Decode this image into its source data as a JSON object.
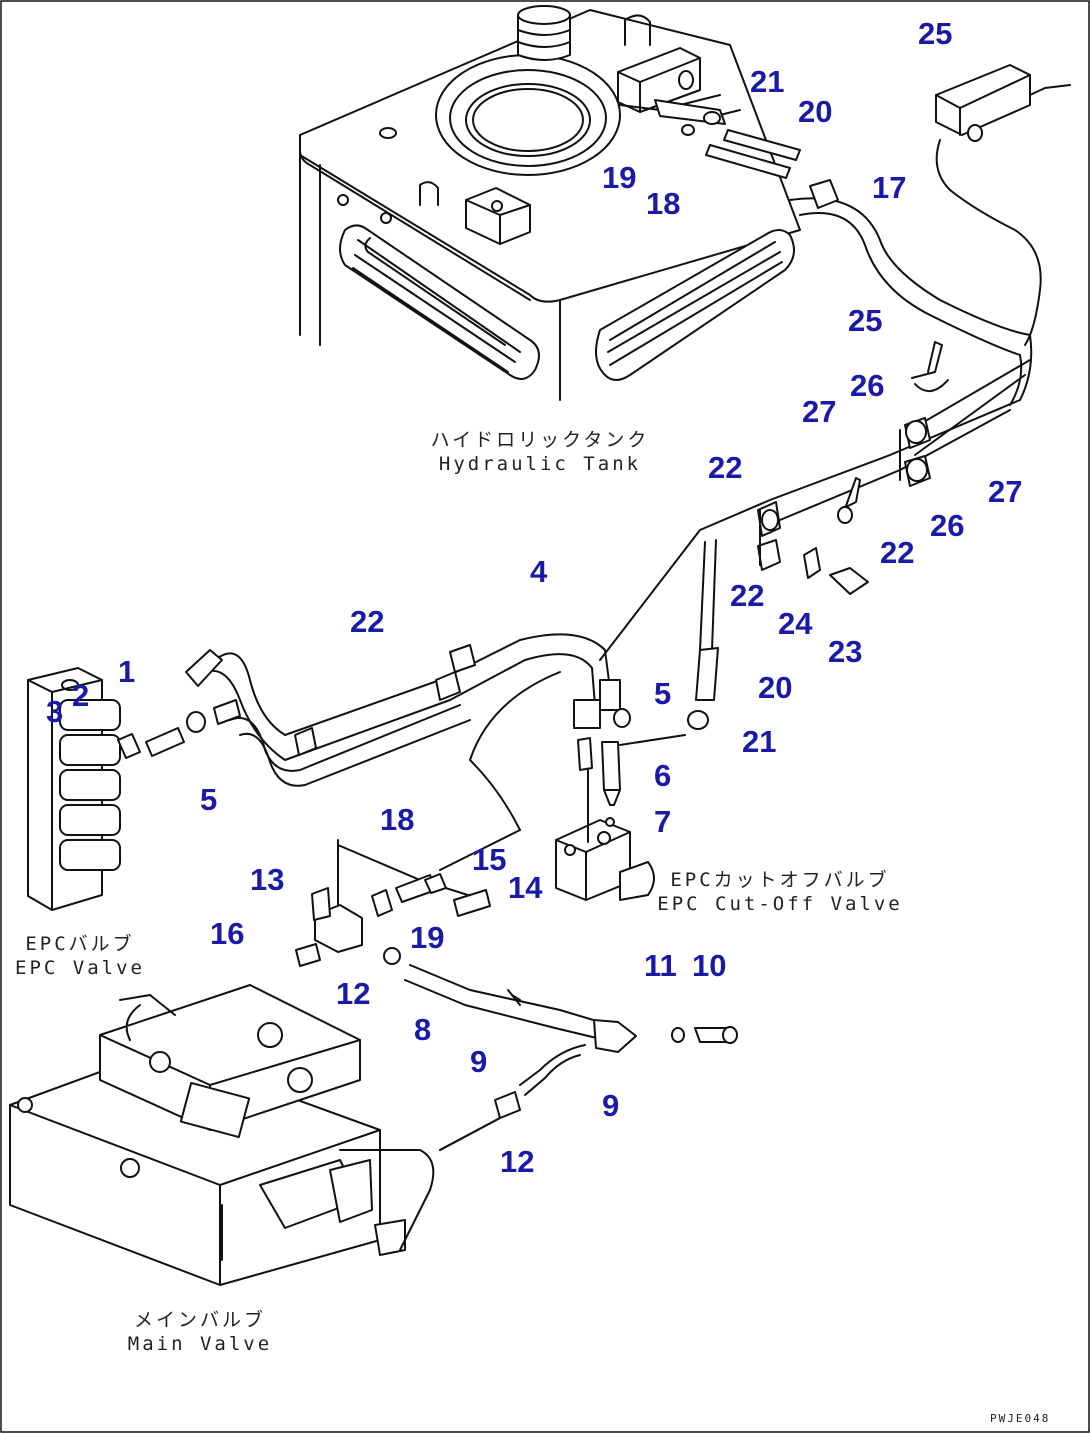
{
  "diagram": {
    "drawing_code": "PWJE048",
    "captions": {
      "tank_jp": "ハイドロリックタンク",
      "tank_en": "Hydraulic Tank",
      "cutoff_jp": "EPCカットオフバルブ",
      "cutoff_en": "EPC Cut-Off Valve",
      "epc_jp": "EPCバルブ",
      "epc_en": "EPC Valve",
      "main_jp": "メインバルブ",
      "main_en": "Main Valve"
    },
    "callouts": [
      "25",
      "21",
      "20",
      "19",
      "18",
      "17",
      "25",
      "26",
      "27",
      "27",
      "26",
      "22",
      "22",
      "22",
      "24",
      "23",
      "22",
      "4",
      "1",
      "2",
      "3",
      "5",
      "5",
      "20",
      "21",
      "6",
      "7",
      "18",
      "15",
      "14",
      "13",
      "19",
      "16",
      "12",
      "11",
      "10",
      "8",
      "9",
      "9",
      "12"
    ],
    "colors": {
      "callout": "#1a1aa8",
      "line": "#111111"
    }
  }
}
